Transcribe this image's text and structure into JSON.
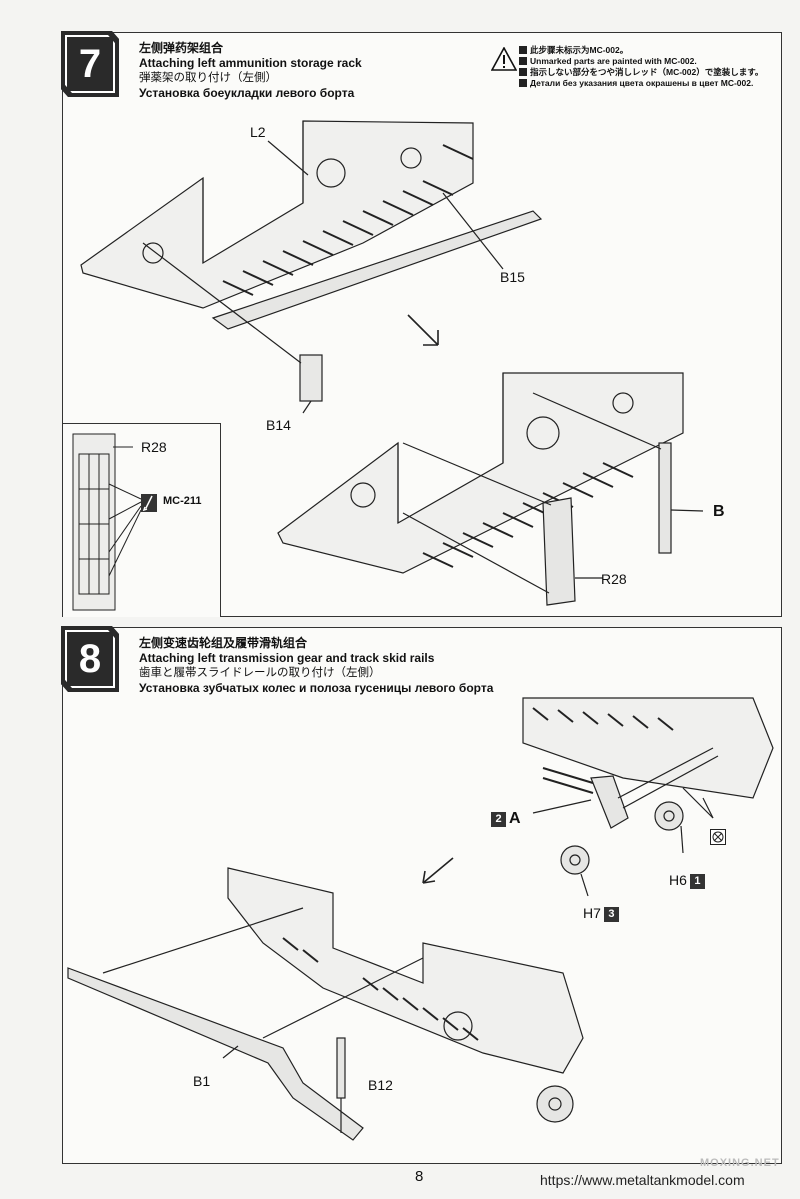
{
  "step7": {
    "number": "7",
    "title_zh": "左侧弹药架组合",
    "title_en": "Attaching left ammunition storage rack",
    "title_ja": "弾薬架の取り付け（左側）",
    "title_ru": "Установка боеукладки левого борта",
    "note_lines": [
      "此步骤未标示为MC-002。",
      "Unmarked parts are painted with MC-002.",
      "指示しない部分をつや消しレッド（MC-002）で塗装します。",
      "Детали без указания цвета окрашены в цвет MC-002."
    ],
    "labels": {
      "l2": "L2",
      "b15": "B15",
      "b14": "B14",
      "r28_inset": "R28",
      "mc211": "MC-211",
      "b": "B",
      "r28": "R28"
    }
  },
  "step8": {
    "number": "8",
    "title_zh": "左侧变速齿轮组及履带滑轨组合",
    "title_en": "Attaching left transmission gear and track skid rails",
    "title_ja": "歯車と履帯スライドレールの取り付け（左側）",
    "title_ru": "Установка зубчатых колес и полоза гусеницы левого борта",
    "labels": {
      "a_num": "2",
      "a": "A",
      "h6": "H6",
      "h6_num": "1",
      "h7": "H7",
      "h7_num": "3",
      "b1": "B1",
      "b12": "B12"
    }
  },
  "footer": {
    "page_number": "8",
    "url": "https://www.metaltankmodel.com",
    "watermark": "MOXING.NET"
  },
  "icons": [
    "warning-icon",
    "brush-icon",
    "no-paint-icon",
    "arrow-down-left-icon"
  ]
}
